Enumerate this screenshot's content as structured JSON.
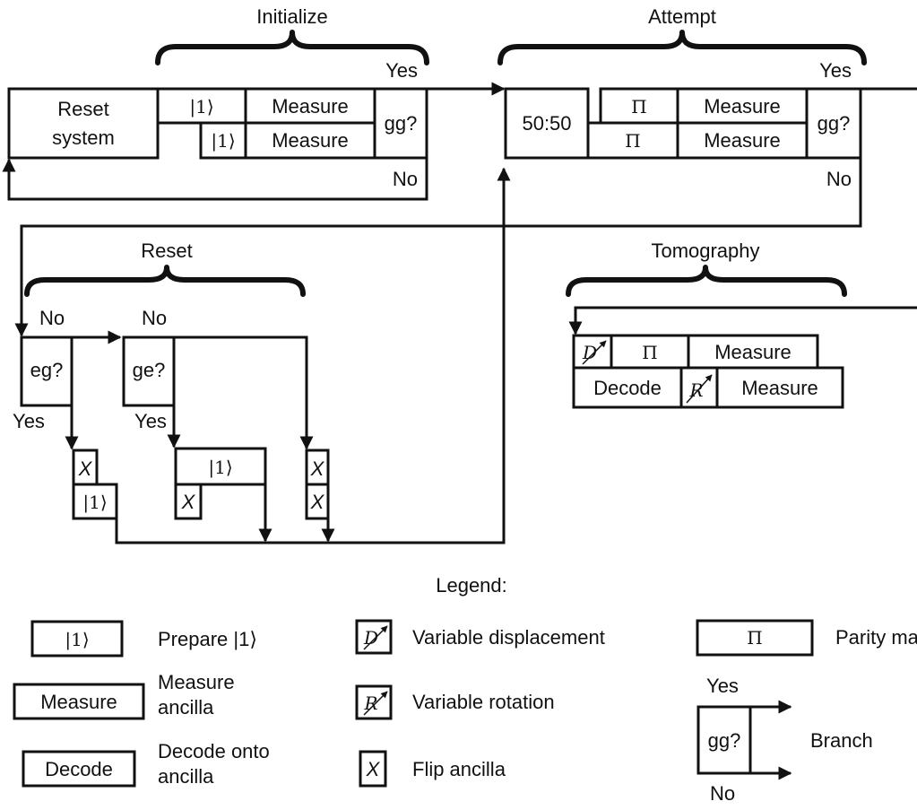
{
  "sections": {
    "initialize": "Initialize",
    "attempt": "Attempt",
    "reset": "Reset",
    "tomography": "Tomography"
  },
  "initialize": {
    "reset_line1": "Reset",
    "reset_line2": "system",
    "ket_top": "|1⟩",
    "ket_bottom": "|1⟩",
    "measure_top": "Measure",
    "measure_bottom": "Measure",
    "check": "gg?",
    "yes": "Yes",
    "no": "No"
  },
  "attempt": {
    "mix": "50:50",
    "pi_top": "Π",
    "pi_bottom": "Π",
    "measure_top": "Measure",
    "measure_bottom": "Measure",
    "check": "gg?",
    "yes": "Yes",
    "no": "No"
  },
  "reset": {
    "check1": "eg?",
    "no1": "No",
    "yes1": "Yes",
    "check2": "ge?",
    "no2": "No",
    "yes2": "Yes",
    "x_a": "X",
    "ket_a": "|1⟩",
    "ket_b": "|1⟩",
    "x_b": "X",
    "x_c": "X",
    "x_d": "X"
  },
  "tomography": {
    "disp_symbol": "D",
    "pi": "Π",
    "measure_top": "Measure",
    "decode": "Decode",
    "rot_symbol": "R",
    "measure_bottom": "Measure"
  },
  "legend": {
    "title": "Legend:",
    "ket_symbol": "|1⟩",
    "prepare_label": "Prepare |1⟩",
    "measure_symbol": "Measure",
    "measure_label_1": "Measure",
    "measure_label_2": "ancilla",
    "decode_symbol": "Decode",
    "decode_label_1": "Decode onto",
    "decode_label_2": "ancilla",
    "disp_symbol": "D",
    "disp_label": "Variable displacement",
    "rot_symbol": "R",
    "rot_label": "Variable rotation",
    "x_symbol": "X",
    "x_label": "Flip ancilla",
    "pi_symbol": "Π",
    "pi_label": "Parity map",
    "branch_yes": "Yes",
    "branch_no": "No",
    "branch_check": "gg?",
    "branch_label": "Branch"
  }
}
